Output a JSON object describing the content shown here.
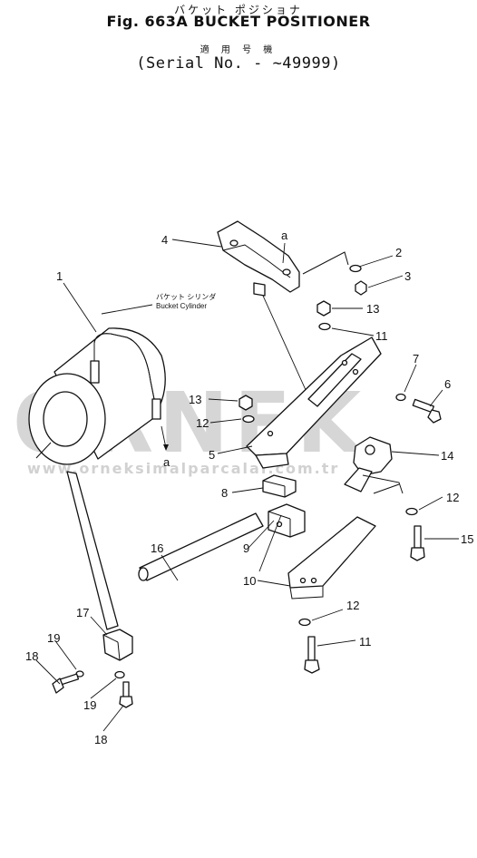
{
  "header": {
    "subtitle_jp": "バケット ポジショナ",
    "title": "Fig. 663A   BUCKET POSITIONER",
    "applicable_jp": "適 用 号 機",
    "serial": "(Serial No.  -  ~49999)"
  },
  "labels": {
    "cylinder_jp": "バケット シリンダ",
    "cylinder_en": "Bucket Cylinder"
  },
  "callouts": [
    {
      "id": "c1",
      "text": "1"
    },
    {
      "id": "c2",
      "text": "2"
    },
    {
      "id": "c3",
      "text": "3"
    },
    {
      "id": "c4",
      "text": "4"
    },
    {
      "id": "c5",
      "text": "5"
    },
    {
      "id": "c6",
      "text": "6"
    },
    {
      "id": "c7",
      "text": "7"
    },
    {
      "id": "c8",
      "text": "8"
    },
    {
      "id": "c9",
      "text": "9"
    },
    {
      "id": "c10",
      "text": "10"
    },
    {
      "id": "c11a",
      "text": "11"
    },
    {
      "id": "c11b",
      "text": "11"
    },
    {
      "id": "c12a",
      "text": "12"
    },
    {
      "id": "c12b",
      "text": "12"
    },
    {
      "id": "c12c",
      "text": "12"
    },
    {
      "id": "c13a",
      "text": "13"
    },
    {
      "id": "c13b",
      "text": "13"
    },
    {
      "id": "c14",
      "text": "14"
    },
    {
      "id": "c15",
      "text": "15"
    },
    {
      "id": "c16",
      "text": "16"
    },
    {
      "id": "c17",
      "text": "17"
    },
    {
      "id": "c18a",
      "text": "18"
    },
    {
      "id": "c18b",
      "text": "18"
    },
    {
      "id": "c19a",
      "text": "19"
    },
    {
      "id": "c19b",
      "text": "19"
    }
  ],
  "refs": {
    "a_top": "a",
    "a_bottom": "a"
  },
  "watermark": {
    "brand": "ORNEK",
    "url": "www.orneksimalparcalar.com.tr"
  }
}
